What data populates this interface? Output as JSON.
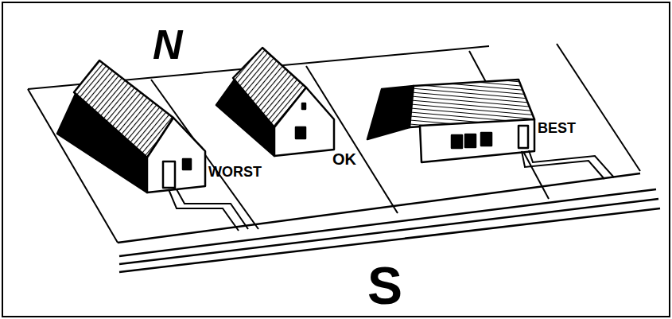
{
  "diagram": {
    "labels": [
      "N",
      "WORST",
      "OK",
      "BEST",
      "S"
    ]
  }
}
